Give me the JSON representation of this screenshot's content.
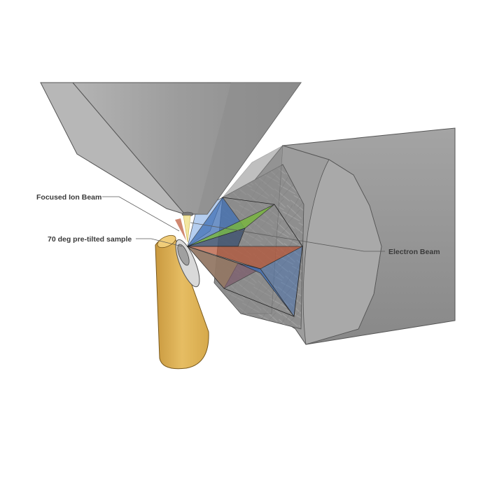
{
  "labels": {
    "fib": "Focused Ion Beam",
    "sample": "70 deg pre-tilted sample",
    "electron": "Electron Beam"
  },
  "colors": {
    "column": "#9a9a9a",
    "column_dark": "#7c7c7c",
    "column_light": "#b3b3b3",
    "sample_holder": "#e2b85e",
    "face_blue": "#3f6fb5",
    "face_green": "#79b83c",
    "face_red": "#b5573a",
    "face_yellow": "#d6cf54",
    "face_lightblue": "#a9c6ee"
  }
}
